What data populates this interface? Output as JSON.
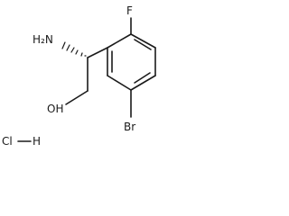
{
  "molecule": {
    "atoms": {
      "amine": "H₂N",
      "fluorine": "F",
      "hydroxyl": "OH",
      "bromine": "Br",
      "chlorine": "Cl",
      "hydrogen": "H"
    }
  }
}
